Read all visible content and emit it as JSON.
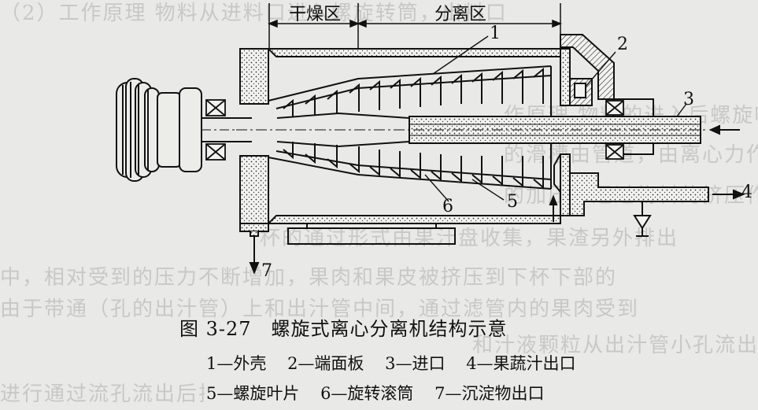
{
  "zones": {
    "dry": "干燥区",
    "separate": "分离区"
  },
  "parts": {
    "p1": "1",
    "p2": "2",
    "p3": "3",
    "p4": "4",
    "p5": "5",
    "p6": "6",
    "p7": "7"
  },
  "flows": {
    "out4": "4",
    "out7": "7"
  },
  "caption": "图 3-27　螺旋式离心分离机结构示意",
  "legend": [
    [
      "1—外壳",
      "2—端面板",
      "3—进口",
      "4—果蔬汁出口"
    ],
    [
      "5—螺旋叶片",
      "6—旋转滚筒",
      "7—沉淀物出口"
    ]
  ],
  "bleed_through": [
    "（2）工作原理  物料从进料口进入螺旋转筒，出料口",
    "作原理  物料的进入后螺旋叶片转动，被螺旋推进器",
    "的滑槽由管道，由离心力作用，被甩到转筒内壁，榨汁机",
    "的加压，通过物料的挤压作用，使其顶部和底",
    "杯的通过形式由果汁盘收集，果渣另外排出",
    "中，相对受到的压力不断增加，果肉和果皮被挤压到下杯下部的",
    "由于带通（孔的出汁管）上和出汁管中间，通过滤管内的果肉受到",
    "和汁液颗粒从出汁管小孔流出，进入集汁杯中，而果皮、囊衣、",
    "进行通过流孔流出后排出，从而实现分离"
  ]
}
